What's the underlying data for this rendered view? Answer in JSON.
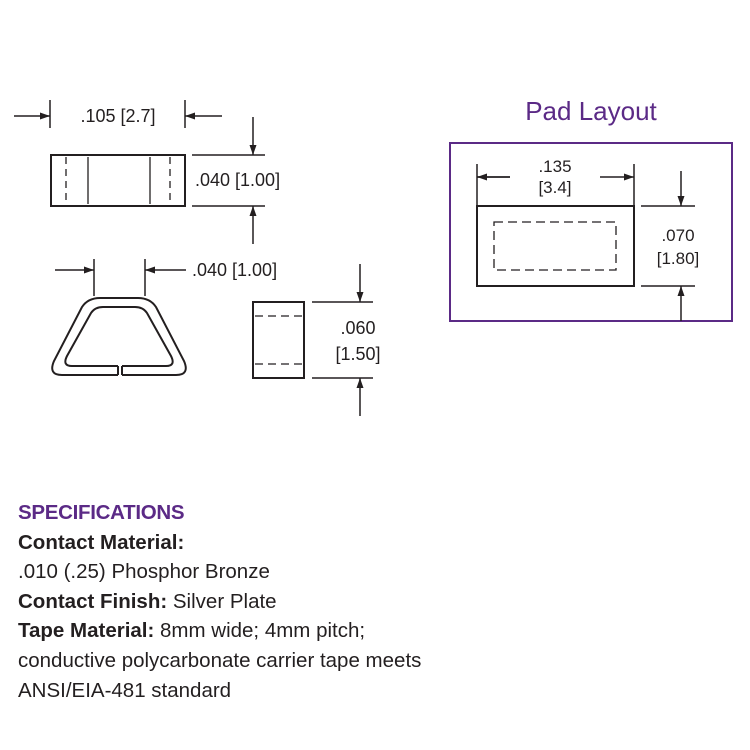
{
  "colors": {
    "accent": "#5b2a86",
    "ink": "#231f20"
  },
  "drawing": {
    "top_width": ".105 [2.7]",
    "top_height": ".040 [1.00]",
    "front_width": ".040 [1.00]",
    "side_height_in": ".060",
    "side_height_mm": "[1.50]",
    "pad_title": "Pad Layout",
    "pad_width_in": ".135",
    "pad_width_mm": "[3.4]",
    "pad_height_in": ".070",
    "pad_height_mm": "[1.80]"
  },
  "specs": {
    "heading": "SPECIFICATIONS",
    "material_label": "Contact Material:",
    "material_value": ".010 (.25) Phosphor Bronze",
    "finish_label": "Contact Finish:",
    "finish_value": " Silver Plate",
    "tape_label": "Tape Material:",
    "tape_value": " 8mm wide; 4mm pitch;",
    "tape_line2": "conductive polycarbonate carrier tape meets",
    "tape_line3": "ANSI/EIA-481 standard"
  }
}
